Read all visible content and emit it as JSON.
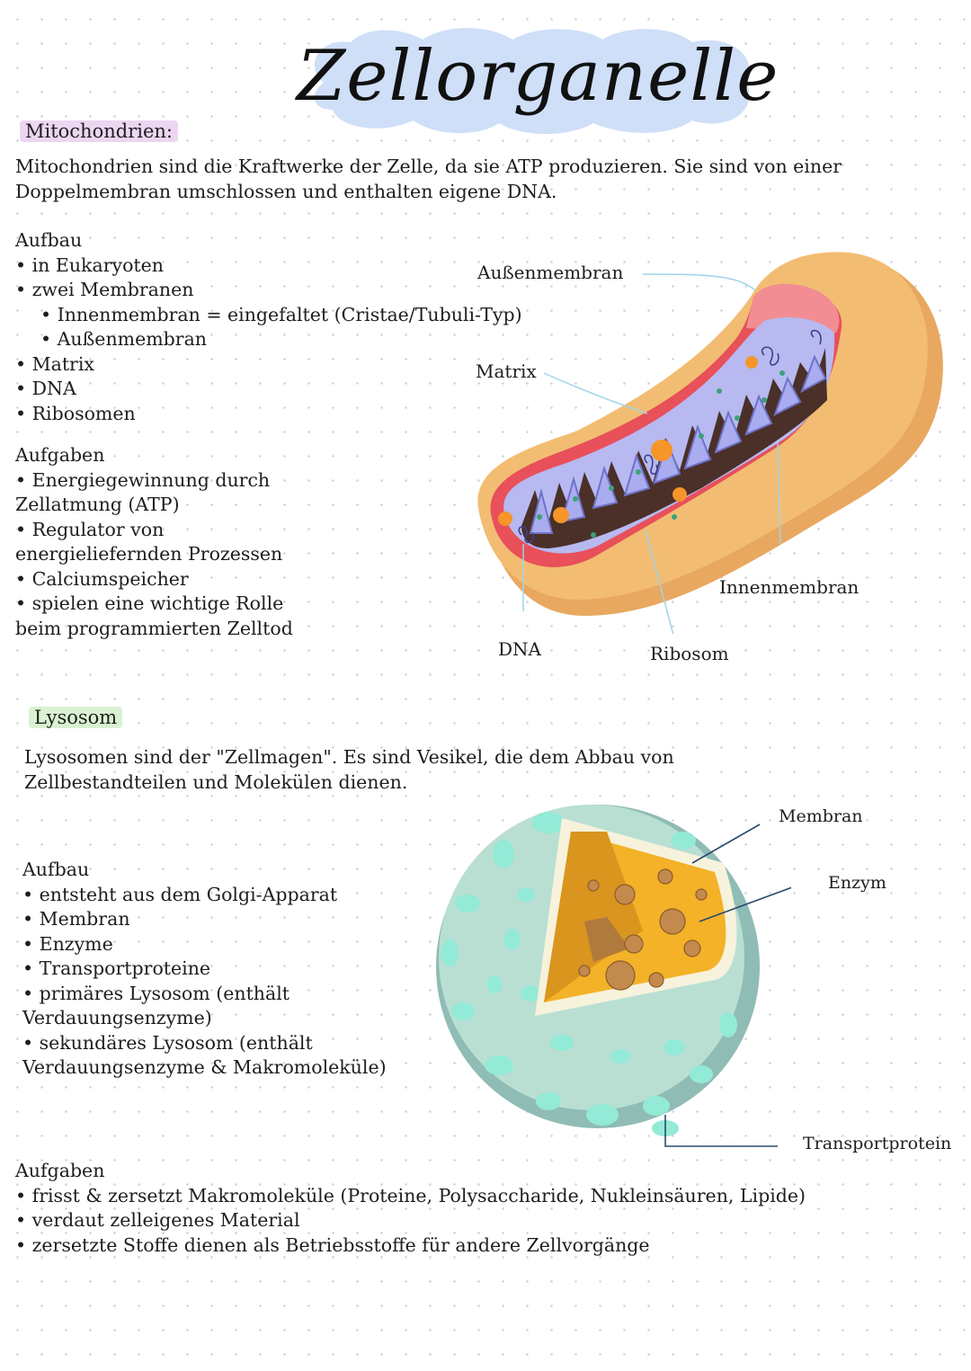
{
  "title": "Zellorganelle",
  "mito": {
    "heading": "Mitochondrien:",
    "intro": [
      "Mitochondrien sind die Kraftwerke der Zelle, da sie ATP produzieren. Sie sind von einer",
      "Doppelmembran umschlossen und enthalten eigene DNA."
    ],
    "aufbau_title": "Aufbau",
    "aufbau": [
      "• in Eukaryoten",
      "• zwei Membranen",
      "• Innenmembran = eingefaltet (Cristae/Tubuli-Typ)",
      "• Außenmembran",
      "• Matrix",
      "• DNA",
      "• Ribosomen"
    ],
    "aufgaben_title": "Aufgaben",
    "aufgaben": [
      "• Energiegewinnung durch",
      "Zellatmung (ATP)",
      "• Regulator von",
      "energieliefernden Prozessen",
      "• Calciumspeicher",
      "• spielen eine wichtige Rolle",
      "beim programmierten Zelltod"
    ],
    "labels": {
      "aussen": "Außenmembran",
      "matrix": "Matrix",
      "innen": "Innenmembran",
      "dna": "DNA",
      "ribosom": "Ribosom"
    }
  },
  "lyso": {
    "heading": "Lysosom",
    "intro": [
      "Lysosomen sind der \"Zellmagen\". Es sind Vesikel, die dem Abbau von",
      "Zellbestandteilen und Molekülen dienen."
    ],
    "aufbau_title": "Aufbau",
    "aufbau": [
      "• entsteht aus dem Golgi-Apparat",
      "• Membran",
      "• Enzyme",
      "• Transportproteine",
      "• primäres Lysosom (enthält",
      "Verdauungsenzyme)",
      "• sekundäres Lysosom (enthält",
      "Verdauungsenzyme & Makromoleküle)"
    ],
    "aufgaben_title": "Aufgaben",
    "aufgaben": [
      "• frisst & zersetzt Makromoleküle (Proteine, Polysaccharide, Nukleinsäuren, Lipide)",
      "• verdaut zelleigenes Material",
      "• zersetzte Stoffe dienen als Betriebsstoffe für andere Zellvorgänge"
    ],
    "labels": {
      "membran": "Membran",
      "enzym": "Enzym",
      "transport": "Transportprotein"
    }
  }
}
